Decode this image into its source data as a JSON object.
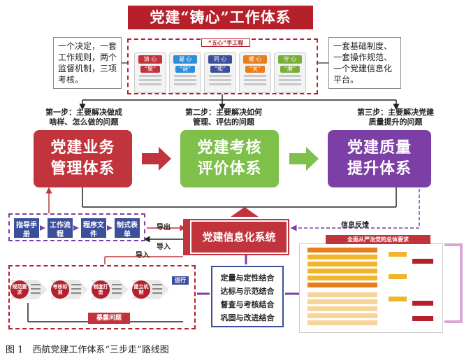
{
  "title": "党建“铸心”工作体系",
  "left_note": "一个决定，一套工作规则，两个监督机制，三项考核。",
  "right_note": "一套基础制度、一套操作规范、一个党建信息化平台。",
  "center_label": "“五心”手工程",
  "hearts": [
    {
      "head": "铸 心",
      "sub": "“聚”",
      "color": "#c2343c"
    },
    {
      "head": "凝 心",
      "sub": "“谐”",
      "color": "#2e8fd6"
    },
    {
      "head": "同 心",
      "sub": "“和”",
      "color": "#3c4f9a"
    },
    {
      "head": "暖 心",
      "sub": "“关”",
      "color": "#e77d1b"
    },
    {
      "head": "守 心",
      "sub": "“廉”",
      "color": "#7aae3a"
    }
  ],
  "steps": [
    {
      "label": "第一步：主要解决做成啥样、怎么做的问题",
      "line1": "第一步：主要解决做成",
      "line2": "啥样、怎么做的问题",
      "box1": "党建业务",
      "box2": "管理体系",
      "color": "#c2343c"
    },
    {
      "label": "第二步：主要解决如何管理、评估的问题",
      "line1": "第二步：主要解决如何",
      "line2": "管理、评估的问题",
      "box1": "党建考核",
      "box2": "评价体系",
      "color": "#7ec04a"
    },
    {
      "label": "第三步：主要解决党建质量提升的问题",
      "line1": "第三步：主要解决党建",
      "line2": "质量提升的问题",
      "box1": "党建质量",
      "box2": "提升体系",
      "color": "#7b3fa6"
    }
  ],
  "flow_boxes": [
    "指导手册",
    "工作流程",
    "程序文件",
    "制式表单"
  ],
  "info_system": "党建信息化系统",
  "export_label": "导出",
  "import_label": "导入",
  "import_label2": "导入",
  "feedback_label": "信息反馈",
  "combine_items": [
    "定量与定性结合",
    "达标与示范结合",
    "督查与考核结合",
    "巩固与改进结合"
  ],
  "requirement_header": "全面从严治党的总体要求",
  "bottom_chevrons": [
    "规范要求",
    "考核标准",
    "制度打造",
    "建立机制"
  ],
  "run_tag": "运行",
  "expose_label": "暴露问题",
  "caption": "图 1　西航党建工作体系“三步走”路线图"
}
